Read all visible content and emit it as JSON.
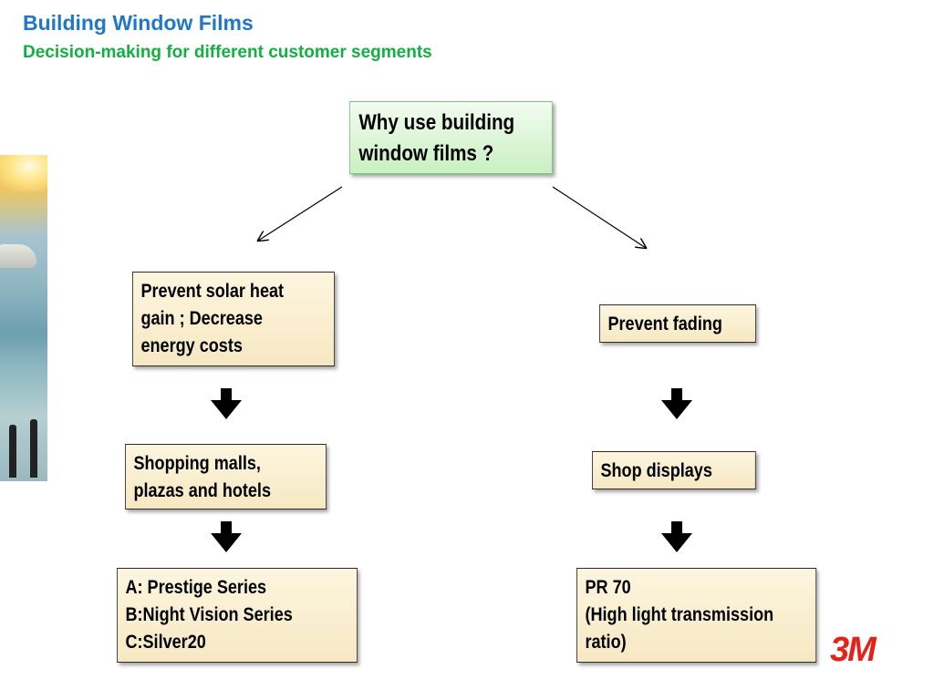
{
  "slide": {
    "title": "Building Window Films",
    "subtitle": "Decision-making for different customer segments"
  },
  "diagram": {
    "root": {
      "lines": [
        "Why use building",
        "window films ?"
      ]
    },
    "left_branch": {
      "benefit": {
        "lines": [
          "Prevent solar heat",
          "gain ; Decrease",
          "energy costs"
        ]
      },
      "segment": {
        "lines": [
          "Shopping malls,",
          "plazas and hotels"
        ]
      },
      "products": {
        "lines": [
          "A: Prestige Series",
          "B:Night Vision Series",
          "C:Silver20"
        ]
      }
    },
    "right_branch": {
      "benefit": {
        "lines": [
          "Prevent fading"
        ]
      },
      "segment": {
        "lines": [
          "Shop displays"
        ]
      },
      "products": {
        "lines": [
          "PR 70",
          "(High light transmission",
          "ratio)"
        ]
      }
    }
  },
  "logo": {
    "text": "3M",
    "color": "#e2231a"
  },
  "colors": {
    "title": "#1f77c8",
    "subtitle": "#12b040",
    "box_fill": "#f6e8c2",
    "root_fill": "#c9f0c2"
  }
}
